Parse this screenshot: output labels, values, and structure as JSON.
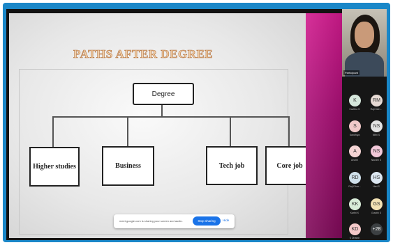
{
  "slide": {
    "title": "PATHS AFTER DEGREE",
    "root": "Degree",
    "children": [
      "Higher studies",
      "Business",
      "Tech job",
      "Core job"
    ],
    "title_color": "#b3713c"
  },
  "presenter": {
    "name": "Participant"
  },
  "participants": [
    {
      "initials": "K",
      "name": "Kavitha S",
      "color": "#d6e7dc"
    },
    {
      "initials": "RM",
      "name": "Raji Moh...",
      "color": "#e6dad4"
    },
    {
      "initials": "S",
      "name": "Sandhiya",
      "color": "#f0c9c9"
    },
    {
      "initials": "NS",
      "name": "Nithi S",
      "color": "#e3e3e3"
    },
    {
      "initials": "A",
      "name": "Anuthi",
      "color": "#f4d4d4"
    },
    {
      "initials": "NS",
      "name": "Nandhi S",
      "color": "#f2c8d8"
    },
    {
      "initials": "RD",
      "name": "Raji Dhar...",
      "color": "#cfe0ea"
    },
    {
      "initials": "HS",
      "name": "Hari S",
      "color": "#dbe6f0"
    },
    {
      "initials": "KK",
      "name": "Karthi K",
      "color": "#d8ecd8"
    },
    {
      "initials": "GS",
      "name": "Gowthi S",
      "color": "#f2e1b3"
    },
    {
      "initials": "KD",
      "name": "K Dharsh",
      "color": "#f4c9c9"
    },
    {
      "initials": "+28",
      "name": "",
      "color": "#3c4043"
    }
  ],
  "sharing_bar": {
    "message": "meet.google.com is sharing your screen and audio.",
    "stop_label": "Stop sharing",
    "hide_label": "Hide"
  },
  "colors": {
    "frame": "#1a87c8",
    "accent_blue": "#1a73e8",
    "magenta": "#c01582"
  }
}
